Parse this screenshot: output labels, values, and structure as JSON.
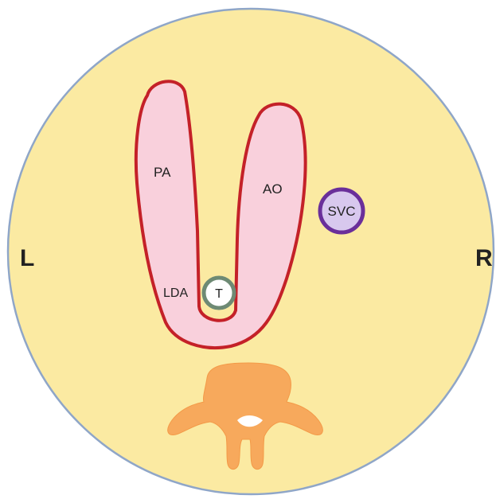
{
  "labels": {
    "left": "L",
    "right": "R",
    "pulmonary_artery": "PA",
    "aorta": "AO",
    "superior_vena_cava": "SVC",
    "ligamentum_ductus_arteriosus": "LDA",
    "trachea": "T"
  },
  "colors": {
    "background": "#ffffff",
    "thorax_fill": "#fbeaa2",
    "thorax_outline": "#8fa6c8",
    "vessel_fill": "#f9d0dc",
    "vessel_outline": "#c42128",
    "svc_fill": "#d8c8ee",
    "svc_outline": "#6a2f9a",
    "trachea_fill": "#ffffff",
    "trachea_outline": "#6e8a74",
    "vertebra_fill": "#f7a95c",
    "vertebra_canal": "#ffffff"
  }
}
